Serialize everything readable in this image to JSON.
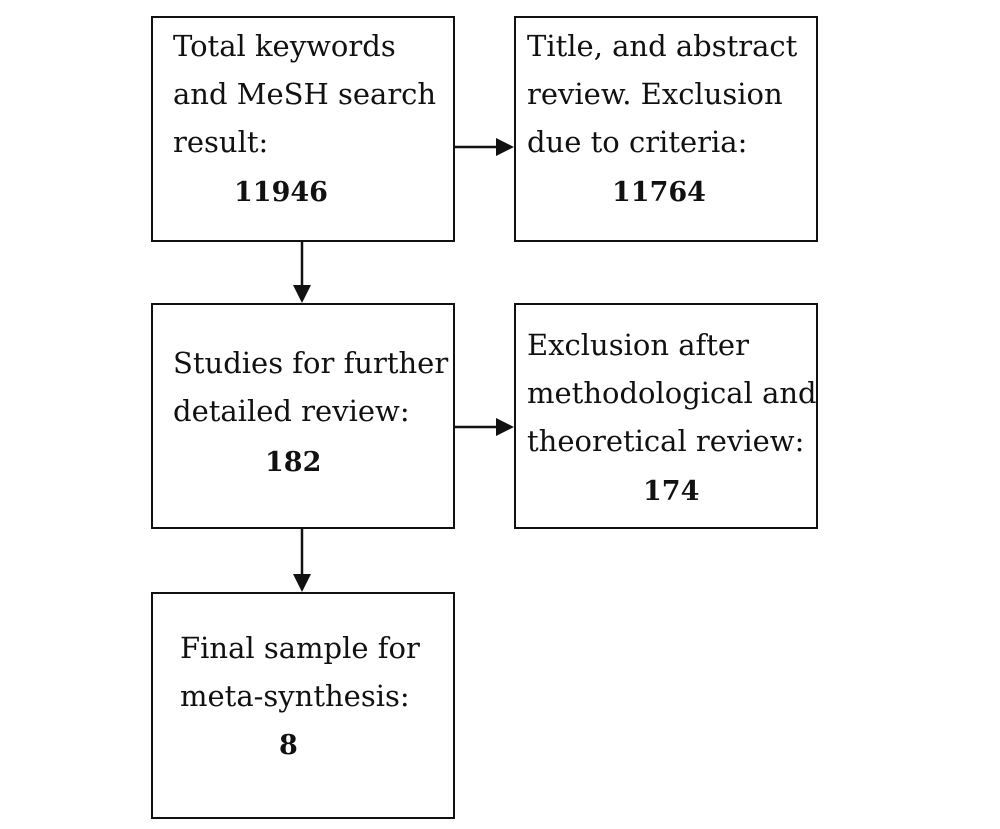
{
  "flow": {
    "search": {
      "lines": [
        "Total keywords",
        "and MeSH search",
        "result:"
      ],
      "count": "11946"
    },
    "screening_exclusion": {
      "lines": [
        "Title, and abstract",
        "review. Exclusion",
        "due to criteria:"
      ],
      "count": "11764"
    },
    "detailed_review": {
      "lines": [
        "Studies for further",
        "detailed review:"
      ],
      "count": "182"
    },
    "methodological_exclusion": {
      "lines": [
        "Exclusion after",
        "methodological and",
        "theoretical review:"
      ],
      "count": "174"
    },
    "final_sample": {
      "lines": [
        "Final sample for",
        "meta-synthesis:"
      ],
      "count": "8"
    }
  }
}
